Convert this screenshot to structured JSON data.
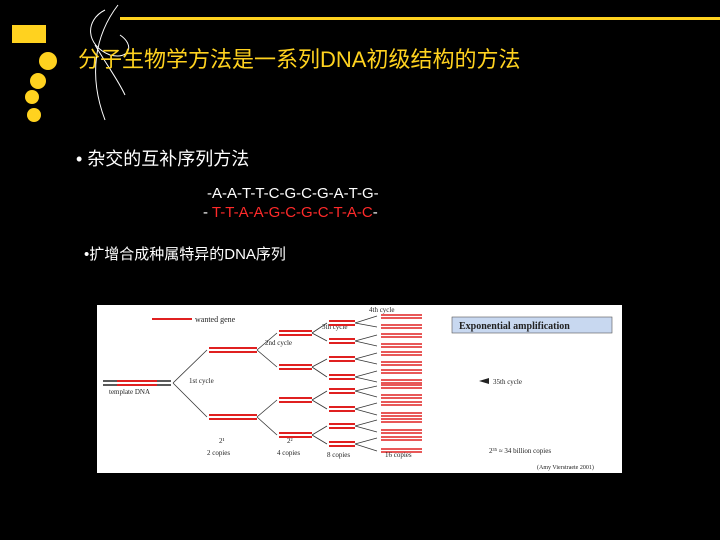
{
  "slide": {
    "title": "分子生物学方法是一系列DNA初级结构的方法",
    "bullet1": "• 杂交的互补序列方法",
    "seq_top": "-A-A-T-T-C-G-C-G-A-T-G-",
    "seq_bottom_prefix": "- ",
    "seq_bottom_red": "T-T-A-A-G-C-G-C-T-A-C",
    "seq_bottom_suffix": "-",
    "bullet2": "•扩增合成种属特异的DNA序列"
  },
  "figure": {
    "wanted_gene": "wanted gene",
    "template_dna": "template DNA",
    "cycle1": "1st cycle",
    "cycle2": "2nd cycle",
    "cycle3": "3th cycle",
    "cycle4": "4th cycle",
    "banner": "Exponential amplification",
    "cycle35": "35th cycle",
    "copies2": "2 copies",
    "copies4": "4 copies",
    "copies8": "8 copies",
    "copies16": "16 copies",
    "billion": "2³⁵ ≈ 34 billion copies",
    "exp1": "2¹",
    "exp2": "2²",
    "credit": "(Amy Vierstraete 2001)"
  },
  "colors": {
    "title": "#ffd21f",
    "red_strand": "#e02020",
    "banner_bg": "#c8d8f0"
  }
}
